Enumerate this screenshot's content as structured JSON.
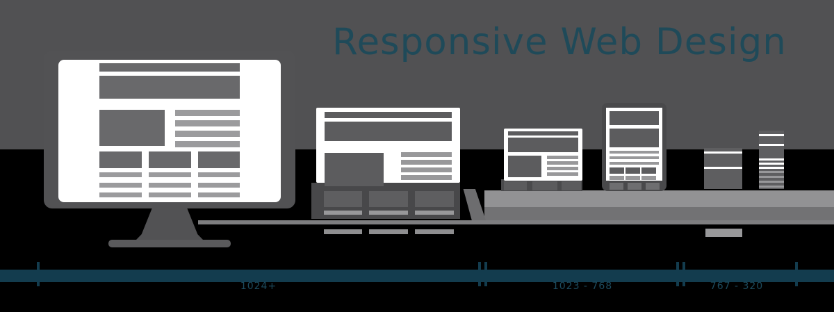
{
  "title": {
    "text": "Responsive Web Design",
    "color": "#1F4A59"
  },
  "colors": {
    "background": "#000000",
    "viewport_band": "#515153",
    "wireframe_white": "#FFFFFF",
    "wireframe_gray": "#69696B",
    "bar_teal": "#133C4E",
    "label_teal": "#1C4B5E"
  },
  "devices": [
    {
      "name": "desktop-monitor"
    },
    {
      "name": "laptop"
    },
    {
      "name": "tablet-landscape"
    },
    {
      "name": "tablet-portrait"
    },
    {
      "name": "phone-landscape"
    },
    {
      "name": "phone-portrait"
    }
  ],
  "timeline": {
    "segments": [
      {
        "label": "1024+"
      },
      {
        "label": "1023 - 768"
      },
      {
        "label": "767 - 320"
      }
    ],
    "ticks": [
      {
        "style": "single"
      },
      {
        "style": "double"
      },
      {
        "style": "double"
      },
      {
        "style": "single"
      }
    ]
  }
}
